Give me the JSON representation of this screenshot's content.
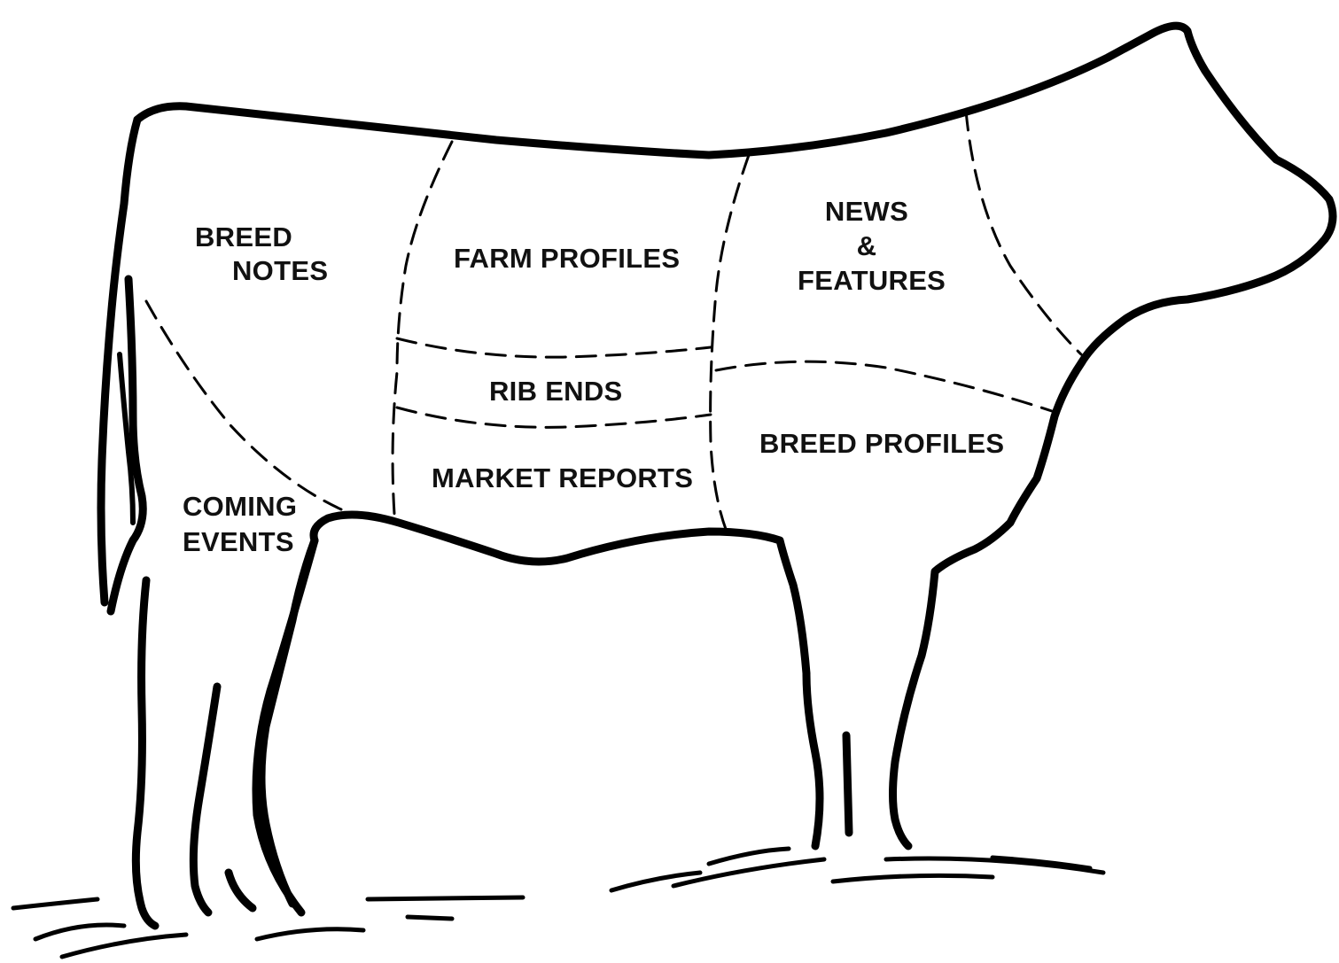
{
  "sections": {
    "breed_notes": [
      "BREED",
      "NOTES"
    ],
    "farm_profiles": "FARM PROFILES",
    "news_features": [
      "NEWS",
      "&",
      "FEATURES"
    ],
    "rib_ends": "RIB ENDS",
    "market_reports": "MARKET REPORTS",
    "breed_profiles": "BREED PROFILES",
    "coming_events": [
      "COMING",
      "EVENTS"
    ]
  },
  "colors": {
    "line": "#000000",
    "background": "#ffffff"
  }
}
